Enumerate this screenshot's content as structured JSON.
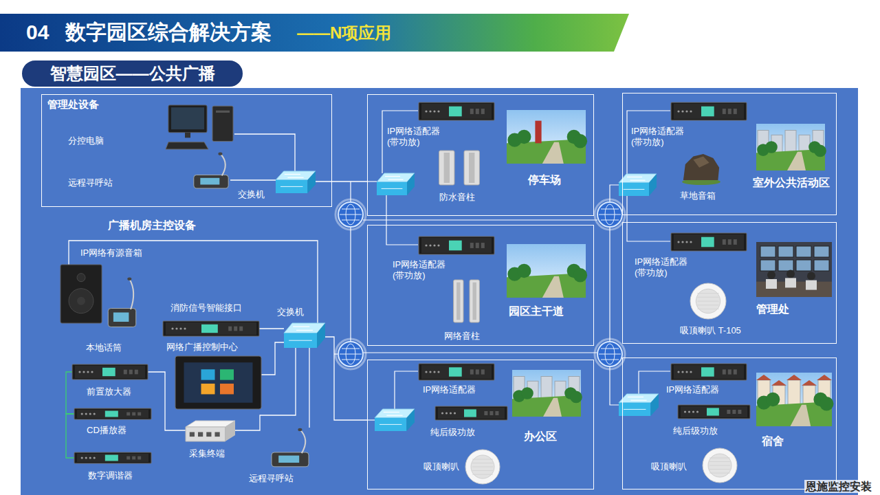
{
  "diagram": {
    "title": "数字园区综合解决方案",
    "nodes": [
      {
        "text": [
          "智慧园区——公共广播"
        ]
      },
      {
        "text": [
          "管理处设备"
        ]
      },
      {
        "text": [
          "分控电脑"
        ],
        "in": 1
      },
      {
        "text": [
          "远程寻呼站"
        ],
        "in": 1
      },
      {
        "text": [
          "交换机"
        ],
        "in": 1
      },
      {
        "text": [
          "IP网络有源音箱"
        ]
      },
      {
        "text": [
          "本地话筒"
        ]
      },
      {
        "text": [
          "消防信号智能接口"
        ]
      },
      {
        "text": [
          "网络广播控制中心"
        ]
      },
      {
        "text": [
          "交换机"
        ]
      },
      {
        "text": [
          "前置放大器"
        ]
      },
      {
        "text": [
          "CD播放器"
        ]
      },
      {
        "text": [
          "数字调谐器"
        ]
      },
      {
        "text": [
          "采集终端"
        ]
      },
      {
        "text": [
          "远程寻呼站"
        ]
      },
      {
        "text": [
          "停车场"
        ]
      },
      {
        "text": [
          "IP网络适配器 (带功放)"
        ],
        "in": 15
      },
      {
        "text": [
          "防水音柱"
        ],
        "in": 15
      },
      {
        "text": [
          "园区主干道"
        ]
      },
      {
        "text": [
          "IP网络适配器 (带功放)"
        ],
        "in": 18
      },
      {
        "text": [
          "网络音柱"
        ],
        "in": 18
      },
      {
        "text": [
          "办公区"
        ]
      },
      {
        "text": [
          "IP网络适配器"
        ],
        "in": 21
      },
      {
        "text": [
          "纯后级功放"
        ],
        "in": 21
      },
      {
        "text": [
          "吸顶喇叭"
        ],
        "in": 21
      },
      {
        "text": [
          "室外公共活动区"
        ]
      },
      {
        "text": [
          "IP网络适配器 (带功放)"
        ],
        "in": 25
      },
      {
        "text": [
          "草地音箱"
        ],
        "in": 25
      },
      {
        "text": [
          "管理处"
        ]
      },
      {
        "text": [
          "IP网络适配器 (带功放)"
        ],
        "in": 28
      },
      {
        "text": [
          "吸顶喇叭 T-105"
        ],
        "in": 28
      },
      {
        "text": [
          "宿舍"
        ]
      },
      {
        "text": [
          "IP网络适配器"
        ],
        "in": 31
      },
      {
        "text": [
          "纯后级功放"
        ],
        "in": 31
      },
      {
        "text": [
          "吸顶喇叭"
        ],
        "in": 31
      }
    ],
    "edges": [
      {
        "from": 2,
        "to": 4,
        "arrow": "none"
      },
      {
        "from": 3,
        "to": 4,
        "arrow": "none"
      },
      {
        "from": 4,
        "to": 15,
        "arrow": "none"
      },
      {
        "from": 5,
        "to": 9,
        "arrow": "none"
      },
      {
        "from": 7,
        "to": 9,
        "arrow": "none"
      },
      {
        "from": 8,
        "to": 9,
        "arrow": "none"
      },
      {
        "from": 10,
        "to": 13,
        "arrow": "none"
      },
      {
        "from": 13,
        "to": 9,
        "arrow": "none"
      },
      {
        "from": 14,
        "to": 9,
        "arrow": "none"
      },
      {
        "from": 9,
        "to": 21,
        "arrow": "none"
      },
      {
        "from": 10,
        "to": 11,
        "arrow": "none"
      },
      {
        "from": 11,
        "to": 12,
        "arrow": "none"
      }
    ],
    "labels": [
      "04",
      "——N项应用",
      "广播机房主控设备",
      "恩施监控安装"
    ]
  }
}
